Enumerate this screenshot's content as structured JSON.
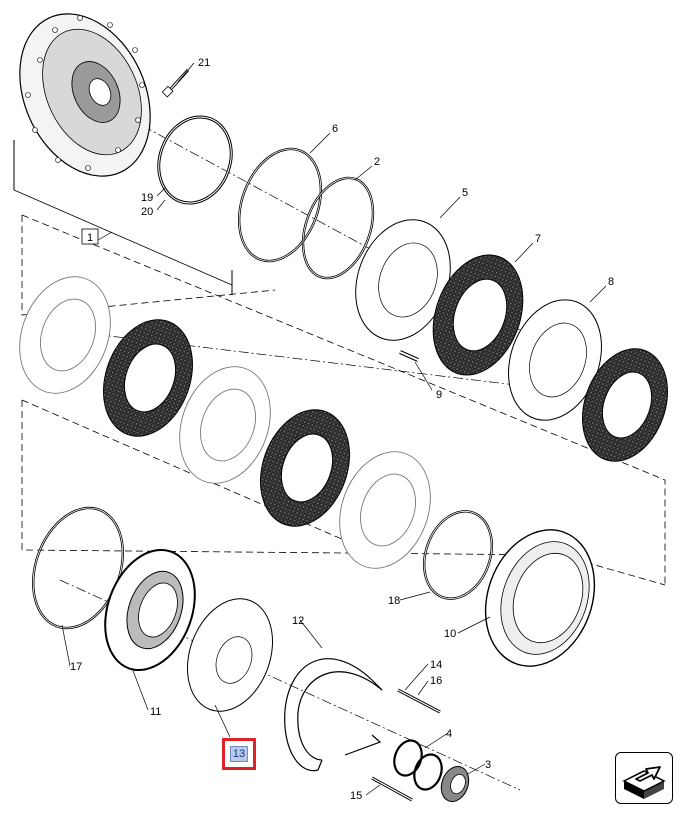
{
  "diagram": {
    "callouts": {
      "c1": "1",
      "c2": "2",
      "c3": "3",
      "c4": "4",
      "c5": "5",
      "c6": "6",
      "c7": "7",
      "c8": "8",
      "c9": "9",
      "c10": "10",
      "c11": "11",
      "c12": "12",
      "c13": "13",
      "c14": "14",
      "c15": "15",
      "c16": "16",
      "c17": "17",
      "c18": "18",
      "c19": "19",
      "c20": "20",
      "c21": "21"
    },
    "highlighted_callout": "13",
    "nav_icon": "next-view-arrow-icon"
  }
}
